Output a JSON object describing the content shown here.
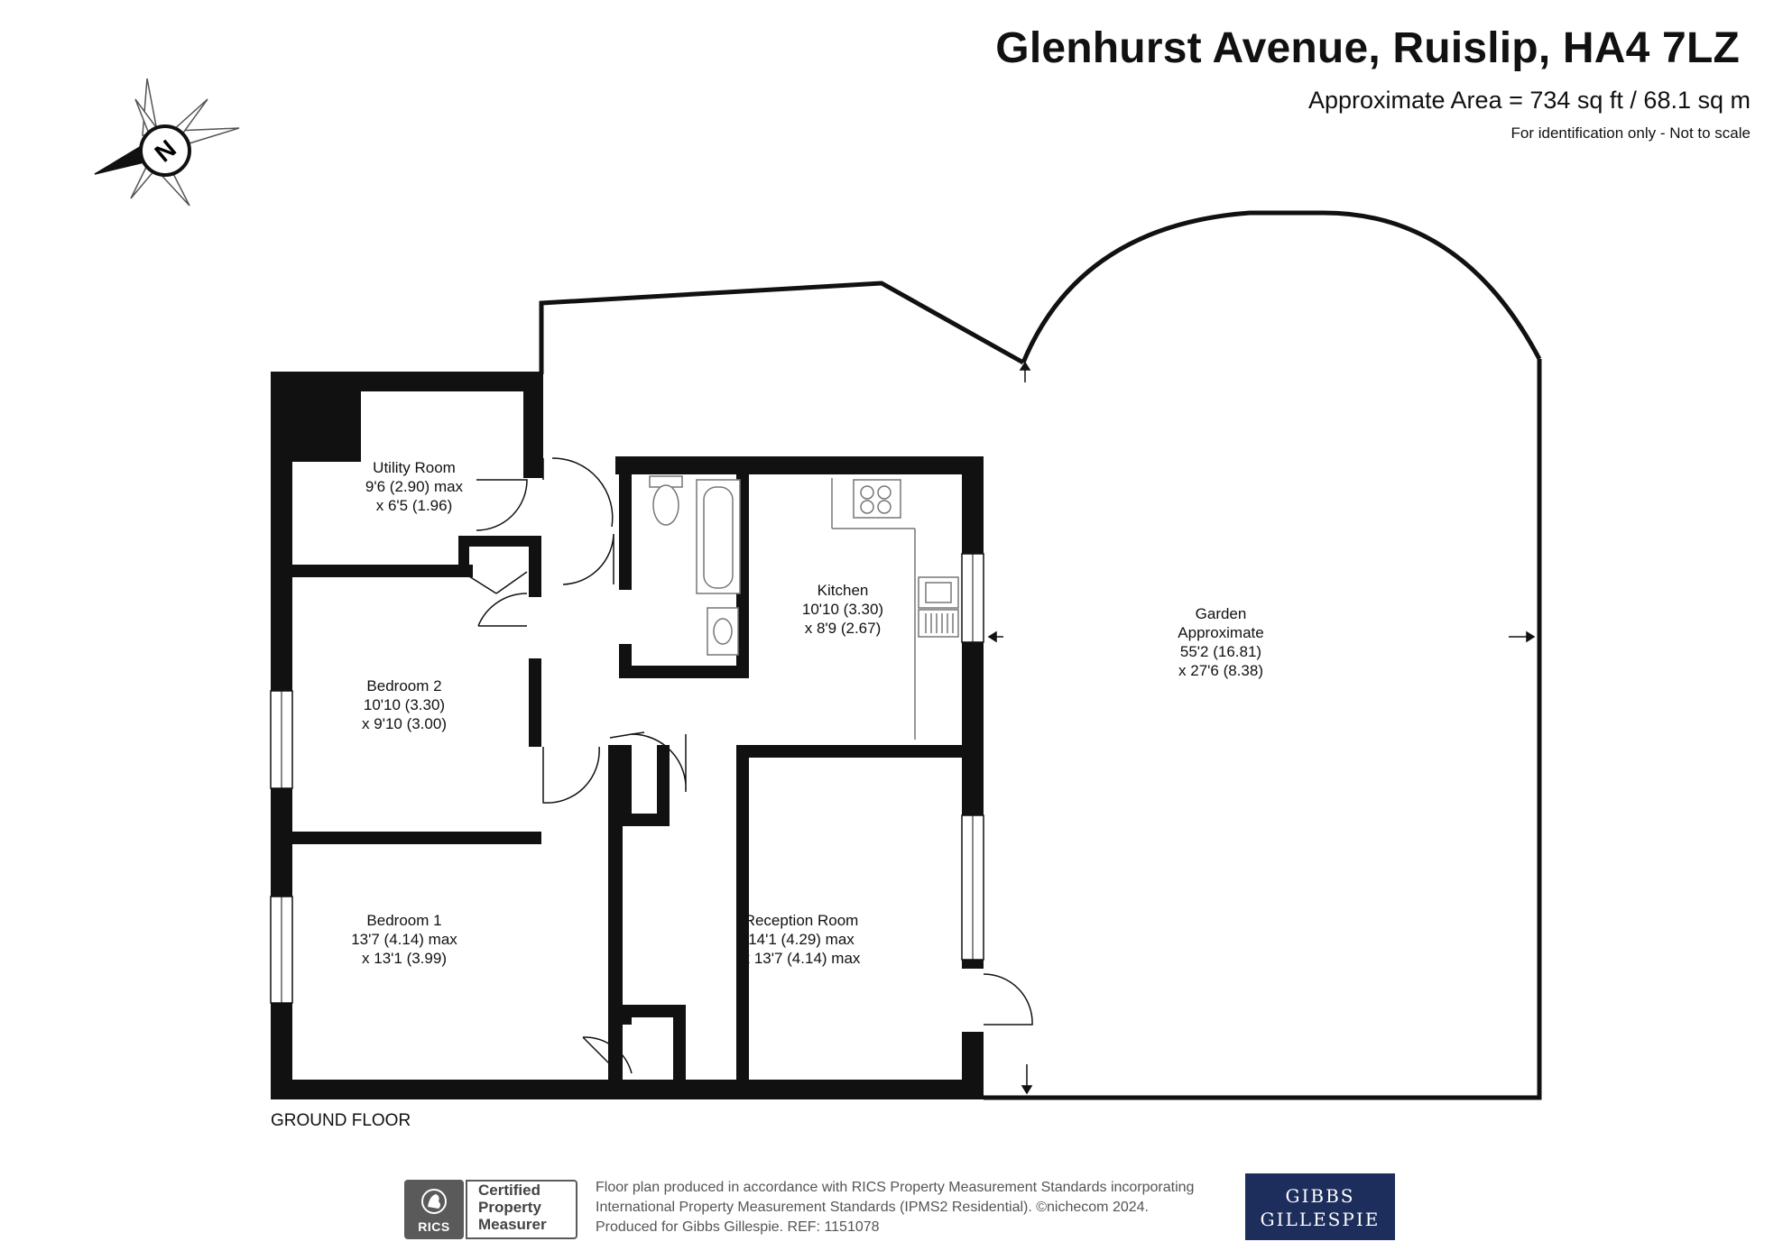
{
  "header": {
    "title": "Glenhurst Avenue, Ruislip, HA4 7LZ",
    "area": "Approximate Area = 734 sq ft / 68.1 sq m",
    "note": "For identification only - Not to scale"
  },
  "compass": {
    "letter": "N",
    "icon": "compass-rose-icon"
  },
  "rooms": [
    {
      "id": "utility",
      "lines": [
        "Utility Room",
        "9'6 (2.90) max",
        "x 6'5 (1.96)"
      ]
    },
    {
      "id": "bedroom2",
      "lines": [
        "Bedroom 2",
        "10'10 (3.30)",
        "x 9'10 (3.00)"
      ]
    },
    {
      "id": "kitchen",
      "lines": [
        "Kitchen",
        "10'10 (3.30)",
        "x 8'9 (2.67)"
      ]
    },
    {
      "id": "garden",
      "lines": [
        "Garden",
        "Approximate",
        "55'2 (16.81)",
        "x 27'6 (8.38)"
      ]
    },
    {
      "id": "bedroom1",
      "lines": [
        "Bedroom 1",
        "13'7 (4.14) max",
        "x 13'1 (3.99)"
      ]
    },
    {
      "id": "reception",
      "lines": [
        "Reception Room",
        "14'1 (4.29) max",
        "x 13'7 (4.14) max"
      ]
    }
  ],
  "floor_label": "GROUND FLOOR",
  "footer": {
    "rics_label": "RICS",
    "certified": [
      "Certified",
      "Property",
      "Measurer"
    ],
    "text_lines": [
      "Floor plan produced in accordance with RICS Property Measurement Standards incorporating",
      "International Property Measurement Standards (IPMS2 Residential).   ©nichecom 2024.",
      "Produced for Gibbs Gillespie.   REF: 1151078"
    ],
    "brand": [
      "GIBBS",
      "GILLESPIE"
    ],
    "brand_color": "#1d2d5c"
  }
}
